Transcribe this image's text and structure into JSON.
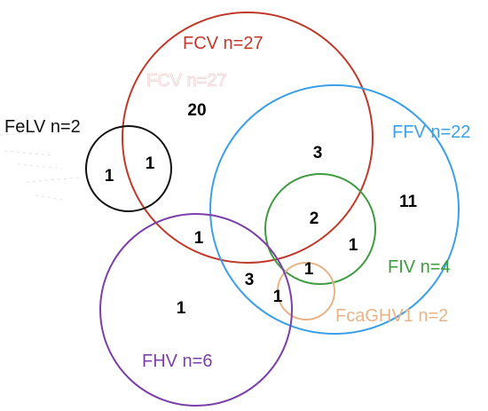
{
  "diagram": {
    "sets": {
      "fcv": {
        "label": "FCV n=27",
        "color": "#c0392b"
      },
      "felv": {
        "label": "FeLV n=2",
        "color": "#111111"
      },
      "ffv": {
        "label": "FFV n=22",
        "color": "#3ba0e6"
      },
      "fiv": {
        "label": "FIV n=4",
        "color": "#3f9b3f"
      },
      "fcaghv1": {
        "label": "FcaGHV1 n=2",
        "color": "#e8b487"
      },
      "fhv": {
        "label": "FHV n=6",
        "color": "#7b3fa8"
      }
    },
    "ghost_label": "FCV n=27",
    "counts": {
      "fcv_only": "20",
      "felv_only": "1",
      "felv_fcv": "1",
      "fcv_ffv": "3",
      "ffv_only": "11",
      "fcv_ffv_fiv": "2",
      "ffv_fiv": "1",
      "fcv_fhv": "1",
      "fcv_ffv_fhv": "3",
      "fcv_ffv_fiv_fcaghv1": "1",
      "fhv_only": "1",
      "fcv_ffv_fhv_fcaghv1": "1"
    }
  }
}
